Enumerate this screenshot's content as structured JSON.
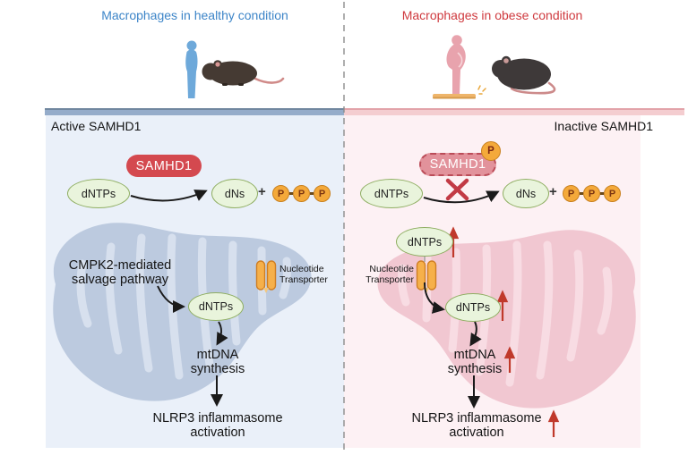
{
  "panels": {
    "healthy": {
      "title": "Macrophages in healthy condition",
      "state_label": "Active SAMHD1",
      "enzyme_label": "SAMHD1",
      "substrate_label": "dNTPs",
      "product_label": "dNs",
      "plus_sign": "+",
      "phosphates": [
        "P",
        "P",
        "P"
      ],
      "pathway_label_line1": "CMPK2-mediated",
      "pathway_label_line2": "salvage pathway",
      "transporter_label_line1": "Nucleotide",
      "transporter_label_line2": "Transporter",
      "mito_dntps_label": "dNTPs",
      "mtdna_label_line1": "mtDNA",
      "mtdna_label_line2": "synthesis",
      "nlrp3_label_line1": "NLRP3 inflammasome",
      "nlrp3_label_line2": "activation"
    },
    "obese": {
      "title": "Macrophages in obese condition",
      "state_label": "Inactive SAMHD1",
      "enzyme_label": "SAMHD1",
      "phospho_badge": "P",
      "substrate_label": "dNTPs",
      "product_label": "dNs",
      "plus_sign": "+",
      "phosphates": [
        "P",
        "P",
        "P"
      ],
      "cytosol_dntps_label": "dNTPs",
      "transporter_label_line1": "Nucleotide",
      "transporter_label_line2": "Transporter",
      "mito_dntps_label": "dNTPs",
      "mtdna_label_line1": "mtDNA",
      "mtdna_label_line2": "synthesis",
      "nlrp3_label_line1": "NLRP3 inflammasome",
      "nlrp3_label_line2": "activation"
    }
  },
  "colors": {
    "healthy_accent": "#3d85c8",
    "obese_accent": "#cf3a3f",
    "active_enzyme": "#d4494f",
    "inactive_enzyme": "#e2929b",
    "metabolite_fill": "#e9f4dc",
    "metabolite_border": "#8fae62",
    "phosphate_orange": "#f4a93a",
    "mitochondria_healthy": "#bccadf",
    "mitochondria_obese": "#f1c7d1",
    "increase_arrow_red": "#c0392b",
    "healthy_panel_bg": "#eaf0f9",
    "obese_panel_bg": "#fdf1f4"
  }
}
